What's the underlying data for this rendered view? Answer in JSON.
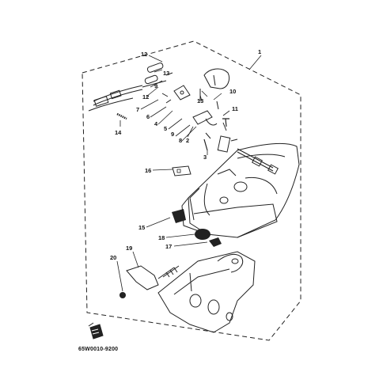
{
  "diagram": {
    "code": "65W0010-9200",
    "callouts": {
      "c1": "1",
      "c2": "2",
      "c3": "3",
      "c4": "4",
      "c5": "5",
      "c6": "6",
      "c7": "7",
      "c8": "8",
      "c9a": "9",
      "c9b": "9",
      "c10": "10",
      "c11": "11",
      "c12a": "12",
      "c12b": "12",
      "c13a": "13",
      "c13b": "13",
      "c14": "14",
      "c15": "15",
      "c16": "16",
      "c17": "17",
      "c18": "18",
      "c19": "19",
      "c20": "20"
    }
  }
}
